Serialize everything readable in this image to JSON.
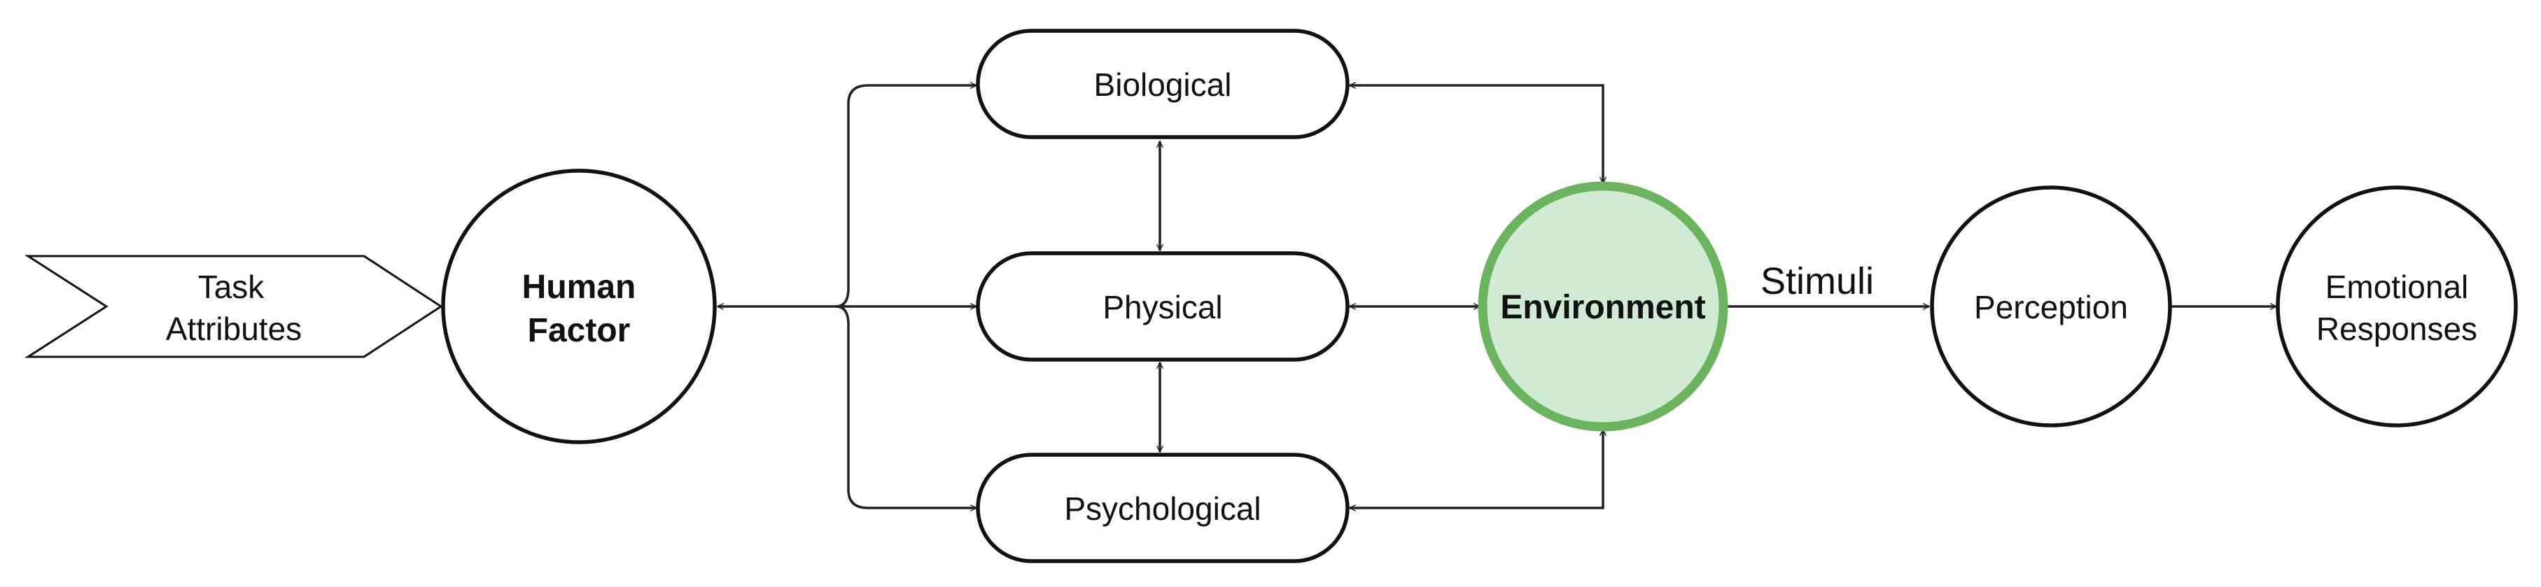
{
  "colors": {
    "stroke": "#111111",
    "edge": "#222222",
    "environment_fill": "#d1ead3",
    "environment_stroke": "#6cb35f"
  },
  "nodes": {
    "task_attributes": {
      "line1": "Task",
      "line2": "Attributes"
    },
    "human_factor": {
      "line1": "Human",
      "line2": "Factor"
    },
    "biological": {
      "label": "Biological"
    },
    "physical": {
      "label": "Physical"
    },
    "psychological": {
      "label": "Psychological"
    },
    "environment": {
      "label": "Environment"
    },
    "perception": {
      "label": "Perception"
    },
    "emotional_responses": {
      "line1": "Emotional",
      "line2": "Responses"
    }
  },
  "edges": {
    "stimuli_label": "Stimuli"
  }
}
